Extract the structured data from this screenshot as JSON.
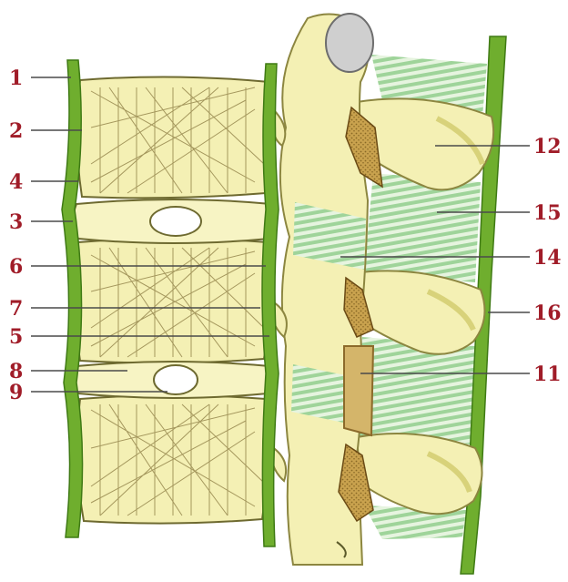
{
  "colors": {
    "label": "#a01c28",
    "ligament": "#6fae2e",
    "ligament_dark": "#3f7a14",
    "bone": "#f4f0b4",
    "bone_dark": "#d8d27a",
    "disc": "#f7f4c4",
    "fiber": "#b6a66a",
    "stripe": "#9fd49a",
    "cancellous": "#c9a24e"
  },
  "labels": {
    "l1": "1",
    "l2": "2",
    "l4": "4",
    "l3": "3",
    "l6": "6",
    "l7": "7",
    "l5": "5",
    "l8": "8",
    "l9": "9",
    "l12": "12",
    "l15": "15",
    "l14": "14",
    "l16": "16",
    "l11": "11"
  }
}
